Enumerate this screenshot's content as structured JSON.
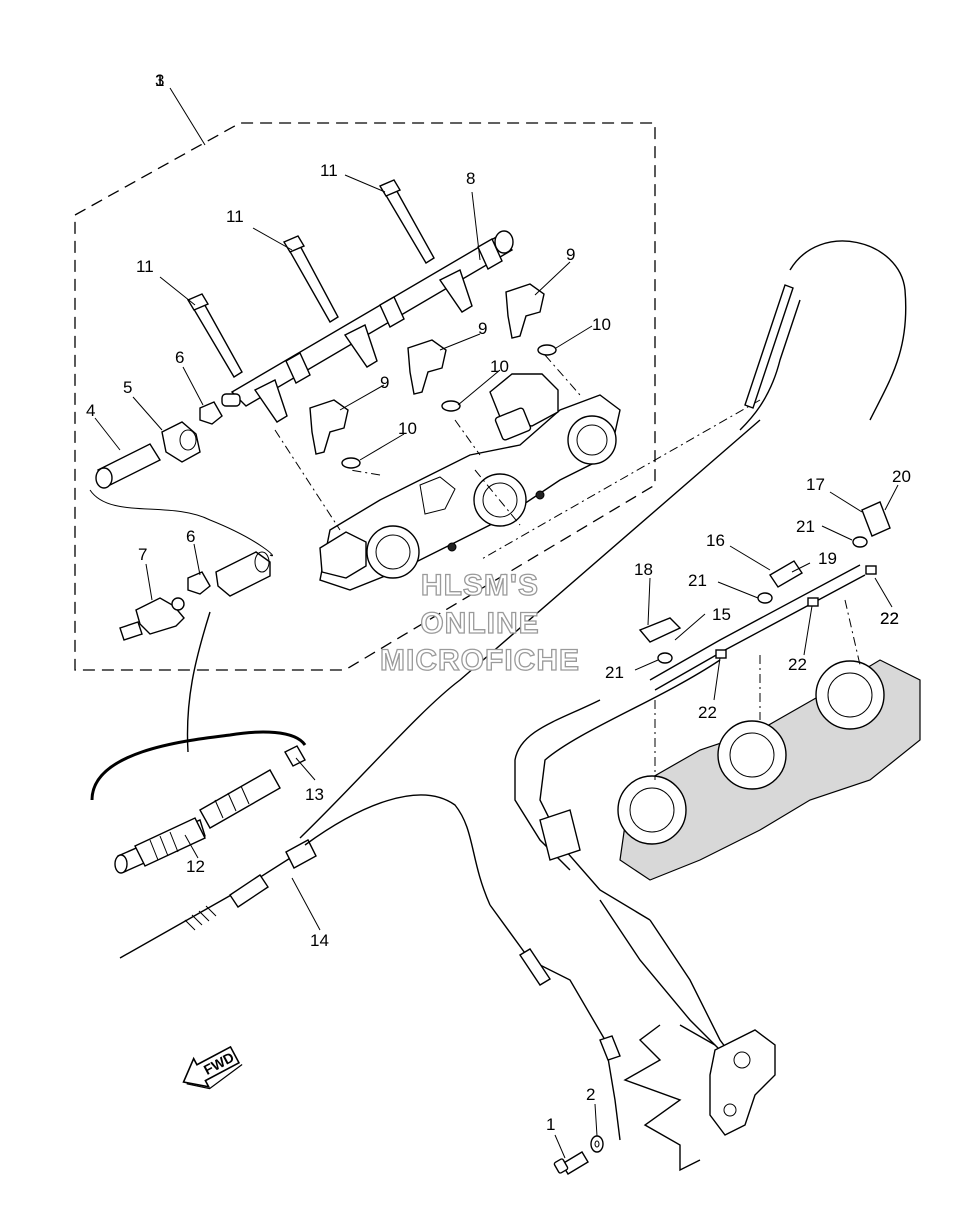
{
  "watermark": [
    "HLSM'S",
    "ONLINE",
    "MICROFICHE"
  ],
  "fwd_label": "FWD",
  "callouts": [
    "1",
    "2",
    "3",
    "4",
    "5",
    "6",
    "6",
    "7",
    "8",
    "9",
    "9",
    "9",
    "10",
    "10",
    "10",
    "11",
    "11",
    "11",
    "12",
    "13",
    "14",
    "15",
    "16",
    "17",
    "18",
    "19",
    "20",
    "21",
    "21",
    "21",
    "22",
    "22",
    "22",
    "22"
  ],
  "icons": {
    "forward_arrow": "fwd-arrow-icon"
  }
}
